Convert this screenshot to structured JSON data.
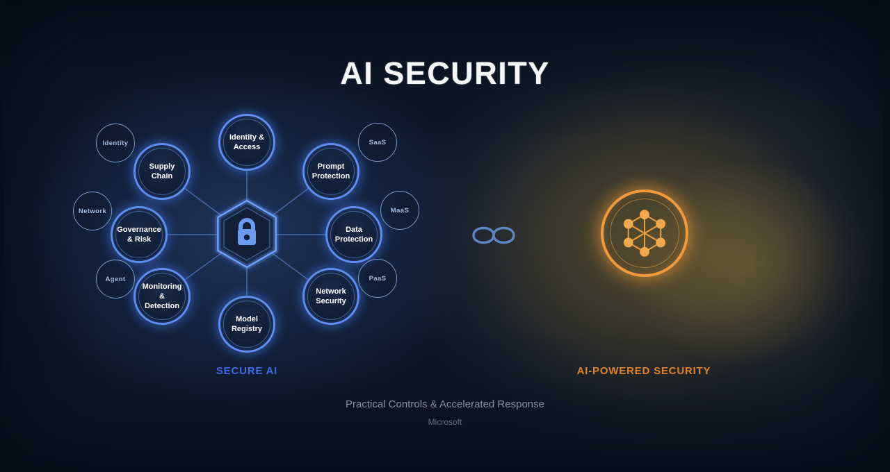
{
  "slide": {
    "title": "AI SECURITY",
    "footer_line1": "Practical Controls & Accelerated Response",
    "footer_line2": "Microsoft"
  },
  "secure_ai": {
    "caption": "SECURE AI",
    "hub_icon": "lock-icon",
    "accent_color": "#3e6ce4",
    "nodes": [
      {
        "label": "Identity & Access"
      },
      {
        "label": "Prompt Protection"
      },
      {
        "label": "Data Protection"
      },
      {
        "label": "Network Security"
      },
      {
        "label": "Model Registry"
      },
      {
        "label": "Monitoring & Detection"
      },
      {
        "label": "Governance & Risk"
      },
      {
        "label": "Supply Chain"
      }
    ],
    "satellites": [
      {
        "label": "Identity"
      },
      {
        "label": "Network"
      },
      {
        "label": "Agent"
      },
      {
        "label": "SaaS"
      },
      {
        "label": "MaaS"
      },
      {
        "label": "PaaS"
      }
    ]
  },
  "link": {
    "icon": "infinity-icon",
    "color": "#5b84c4"
  },
  "ai_powered_security": {
    "caption": "AI-POWERED SECURITY",
    "icon": "network-graph-icon",
    "accent_color": "#f09a3c"
  }
}
